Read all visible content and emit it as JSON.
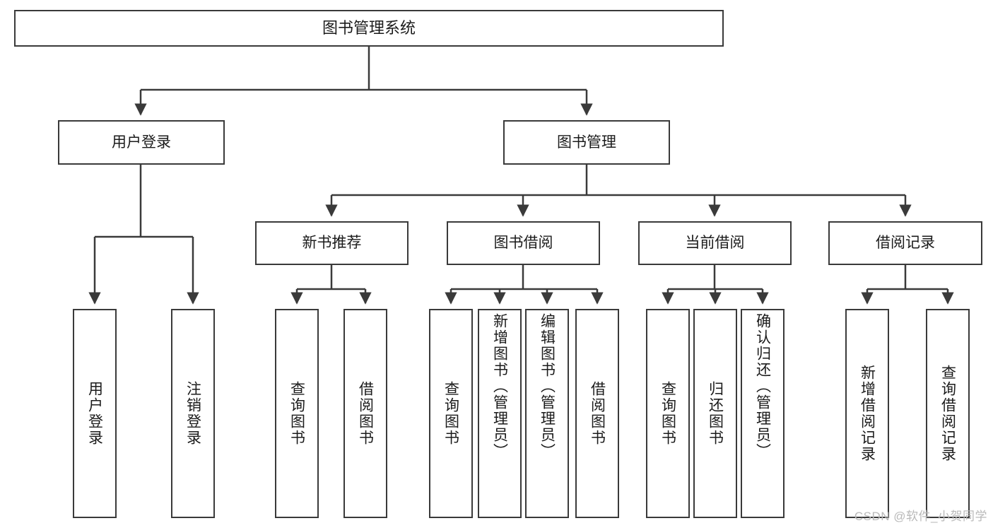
{
  "diagram": {
    "type": "tree-hierarchy",
    "title": "图书管理系统",
    "watermark": "CSDN @软件_小贺同学",
    "colors": {
      "box_border": "#3a3a3a",
      "box_fill": "#ffffff",
      "connector": "#3a3a3a",
      "text": "#1b1b1b",
      "watermark": "#b9b9b9",
      "background": "#ffffff"
    },
    "levels": {
      "level1": [
        {
          "id": "root",
          "label": "图书管理系统"
        }
      ],
      "level2": [
        {
          "id": "user-login",
          "label": "用户登录",
          "parent": "root"
        },
        {
          "id": "book-management",
          "label": "图书管理",
          "parent": "root"
        }
      ],
      "level3": [
        {
          "id": "new-book-recommend",
          "label": "新书推荐",
          "parent": "book-management"
        },
        {
          "id": "book-borrow",
          "label": "图书借阅",
          "parent": "book-management"
        },
        {
          "id": "current-borrow",
          "label": "当前借阅",
          "parent": "book-management"
        },
        {
          "id": "borrow-record",
          "label": "借阅记录",
          "parent": "book-management"
        }
      ],
      "leaves": [
        {
          "id": "leaf-user-login",
          "label": "用户登录",
          "parent": "user-login"
        },
        {
          "id": "leaf-user-logout",
          "label": "注销登录",
          "parent": "user-login"
        },
        {
          "id": "leaf-query-book-1",
          "label": "查询图书",
          "parent": "new-book-recommend"
        },
        {
          "id": "leaf-borrow-book-1",
          "label": "借阅图书",
          "parent": "new-book-recommend"
        },
        {
          "id": "leaf-query-book-2",
          "label": "查询图书",
          "parent": "book-borrow"
        },
        {
          "id": "leaf-add-book",
          "label": "新增图书（管理员）",
          "parent": "book-borrow"
        },
        {
          "id": "leaf-edit-book",
          "label": "编辑图书（管理员）",
          "parent": "book-borrow"
        },
        {
          "id": "leaf-borrow-book-2",
          "label": "借阅图书",
          "parent": "book-borrow"
        },
        {
          "id": "leaf-query-book-3",
          "label": "查询图书",
          "parent": "current-borrow"
        },
        {
          "id": "leaf-return-book",
          "label": "归还图书",
          "parent": "current-borrow"
        },
        {
          "id": "leaf-confirm-return",
          "label": "确认归还（管理员）",
          "parent": "current-borrow"
        },
        {
          "id": "leaf-add-record",
          "label": "新增借阅记录",
          "parent": "borrow-record"
        },
        {
          "id": "leaf-query-record",
          "label": "查询借阅记录",
          "parent": "borrow-record"
        }
      ]
    }
  }
}
